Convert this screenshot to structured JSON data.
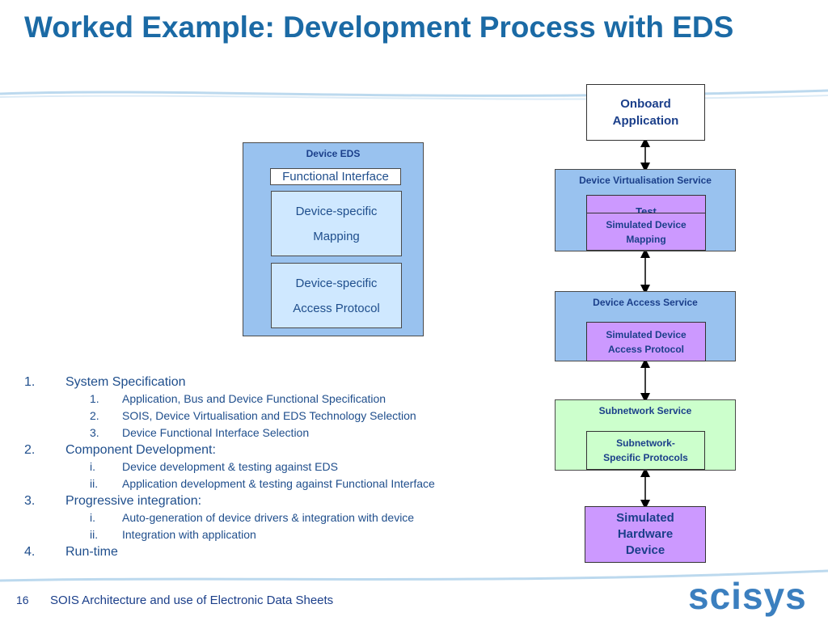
{
  "title": "Worked Example: Development Process with EDS",
  "device_eds": {
    "title": "Device EDS",
    "functional_interface": "Functional Interface",
    "mapping": "Device-specific\nMapping",
    "access_protocol": "Device-specific\nAccess Protocol"
  },
  "stack": {
    "onboard": "Onboard\nApplication",
    "dvs_title": "Device Virtualisation Service",
    "dvs_hidden": "Test",
    "sim_mapping": "Simulated Device\nMapping",
    "das_title": "Device Access Service",
    "sim_access": "Simulated Device\nAccess Protocol",
    "subnet_title": "Subnetwork Service",
    "subnet_protocols": "Subnetwork-\nSpecific Protocols",
    "hardware": "Simulated\nHardware\nDevice"
  },
  "steps": [
    {
      "num": "1.",
      "text": "System Specification",
      "sub": [
        {
          "num": "1.",
          "text": "Application, Bus and Device Functional Specification"
        },
        {
          "num": "2.",
          "text": "SOIS, Device Virtualisation and EDS Technology Selection"
        },
        {
          "num": "3.",
          "text": "Device Functional Interface Selection"
        }
      ]
    },
    {
      "num": "2.",
      "text": "Component Development:",
      "sub": [
        {
          "num": "i.",
          "text": "Device development & testing against EDS"
        },
        {
          "num": "ii.",
          "text": "Application development & testing against Functional Interface"
        }
      ]
    },
    {
      "num": "3.",
      "text": "Progressive integration:",
      "sub": [
        {
          "num": "i.",
          "text": "Auto-generation of device drivers & integration with device"
        },
        {
          "num": "ii.",
          "text": "Integration with application"
        }
      ]
    },
    {
      "num": "4.",
      "text": "Run-time",
      "sub": []
    }
  ],
  "footer": {
    "page": "16",
    "text": "SOIS Architecture and use of Electronic Data Sheets",
    "logo": "scisys"
  },
  "colors": {
    "title": "#1b6aa5",
    "service_blue": "#99c2ef",
    "purple": "#cc99ff",
    "green": "#ccffcc"
  }
}
